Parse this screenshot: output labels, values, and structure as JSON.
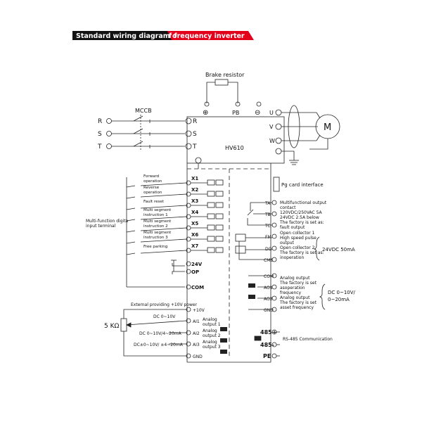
{
  "header": {
    "title_part1": "Standard wiring diagram o",
    "title_part2": "f frequency inverter",
    "colors": {
      "black_band": "#111111",
      "red_band": "#e3001b",
      "text": "#ffffff"
    }
  },
  "diagram": {
    "brake_resistor": "Brake resistor",
    "mccb": "MCCB",
    "inputs": [
      "R",
      "S",
      "T"
    ],
    "inverter_inputs": [
      "R",
      "S",
      "T"
    ],
    "plus_symbol": "⊕",
    "pb": "PB",
    "minus_symbol": "⊖",
    "outputs": [
      "U",
      "V",
      "W"
    ],
    "motor": "M",
    "model": "HV610",
    "pg_card": "Pg card interface",
    "multi_function_label_1": "Multi-function digita",
    "multi_function_label_2": "input terminal",
    "digital_inputs": [
      {
        "terminal": "X1",
        "desc": [
          "Forward",
          "operation"
        ]
      },
      {
        "terminal": "X2",
        "desc": [
          "Reverse",
          "operation"
        ]
      },
      {
        "terminal": "X3",
        "desc": [
          "Fault reset"
        ]
      },
      {
        "terminal": "X4",
        "desc": [
          "Multi segment",
          "instruction 1"
        ]
      },
      {
        "terminal": "X5",
        "desc": [
          "Multi segment",
          "instruction 2"
        ]
      },
      {
        "terminal": "X6",
        "desc": [
          "Multi segment",
          "instruction 3"
        ]
      },
      {
        "terminal": "X7",
        "desc": [
          "Free parking"
        ]
      }
    ],
    "t24v": "24V",
    "op": "OP",
    "com": "COM",
    "relay_terms": [
      "TA",
      "TB",
      "TC"
    ],
    "relay_text": [
      "Multifunctional output",
      "contact",
      "120VDC/250VAC 5A",
      "24VDC 2.5A below",
      "The factory is set as:",
      "fault output"
    ],
    "fm": "FM",
    "do": "DO",
    "cme": "CME",
    "oc_text": [
      "Open collector 1",
      "High speed pulse",
      "output",
      "Open collector 2",
      "The factory is set as:",
      "inoperation"
    ],
    "dc24_spec": "24VDC  50mA",
    "ao_com": "COM",
    "ao1": "AO1",
    "ao2": "AO2",
    "ao_gnd": "GND",
    "ao_text": [
      "Analog output",
      "The factory is set",
      "asoperation",
      "frequency",
      "Analog output",
      "The factory is set",
      "asset frequency"
    ],
    "ao_spec_1": "DC 0~10V/",
    "ao_spec_2": "0~20mA",
    "ext_power": "External providing +10V power",
    "ai_terms": [
      "+10V",
      "AI1",
      "AI2",
      "AI3",
      "GND"
    ],
    "ai_src": [
      "DC 0~10V",
      "DC 0~10V/4~20mA",
      "DC±0~10V/ ±4~20mA"
    ],
    "ai_text": [
      "Analog",
      "output 1",
      "Analog",
      "output 2",
      "Analog",
      "output 3"
    ],
    "pot": "5 KΩ",
    "rs485_plus": "485+",
    "rs485_minus": "485-",
    "rs485_text": "RS-485 Communication",
    "pe": "PE"
  }
}
